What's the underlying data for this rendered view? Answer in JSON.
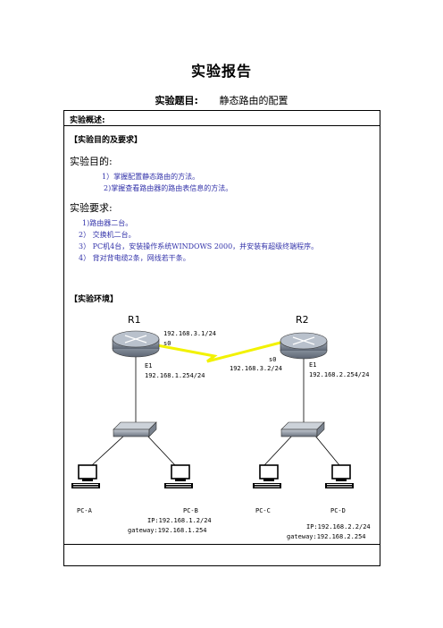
{
  "header": {
    "title": "实验报告",
    "subject_label": "实验题目:",
    "subject_value": "静态路由的配置"
  },
  "sections": {
    "overview": "实验概述:",
    "purpose_header": "【实验目的及要求】",
    "purpose_title": "实验目的:",
    "purpose_items": [
      "1）掌握配置静态路由的方法。",
      "2)掌握查看路由器的路由表信息的方法。"
    ],
    "req_title": "实验要求:",
    "req_items": [
      "1)路由器二台。",
      "2）  交换机二台。",
      "3）  PC机4台，安装操作系统WINDOWS 2000，并安装有超级终端程序。",
      "4）  背对背电缆2条，网线若干条。"
    ],
    "env_header": "【实验环境】"
  },
  "network": {
    "r1": {
      "name": "R1",
      "s0_ip": "192.168.3.1/24",
      "s0": "s0",
      "e1": "E1",
      "e1_ip": "192.168.1.254/24"
    },
    "r2": {
      "name": "R2",
      "s0": "s0",
      "s0_ip": "192.168.3.2/24",
      "e1": "E1",
      "e1_ip": "192.168.2.254/24"
    },
    "pcs": [
      {
        "name": "PC-A"
      },
      {
        "name": "PC-B",
        "ip": "IP:192.168.1.2/24",
        "gateway": "gateway:192.168.1.254"
      },
      {
        "name": "PC-C"
      },
      {
        "name": "PC-D",
        "ip": "IP:192.168.2.2/24",
        "gateway": "gateway:192.168.2.254"
      }
    ]
  },
  "colors": {
    "text_blue": "#3333aa",
    "serial_link": "#f2f200"
  }
}
